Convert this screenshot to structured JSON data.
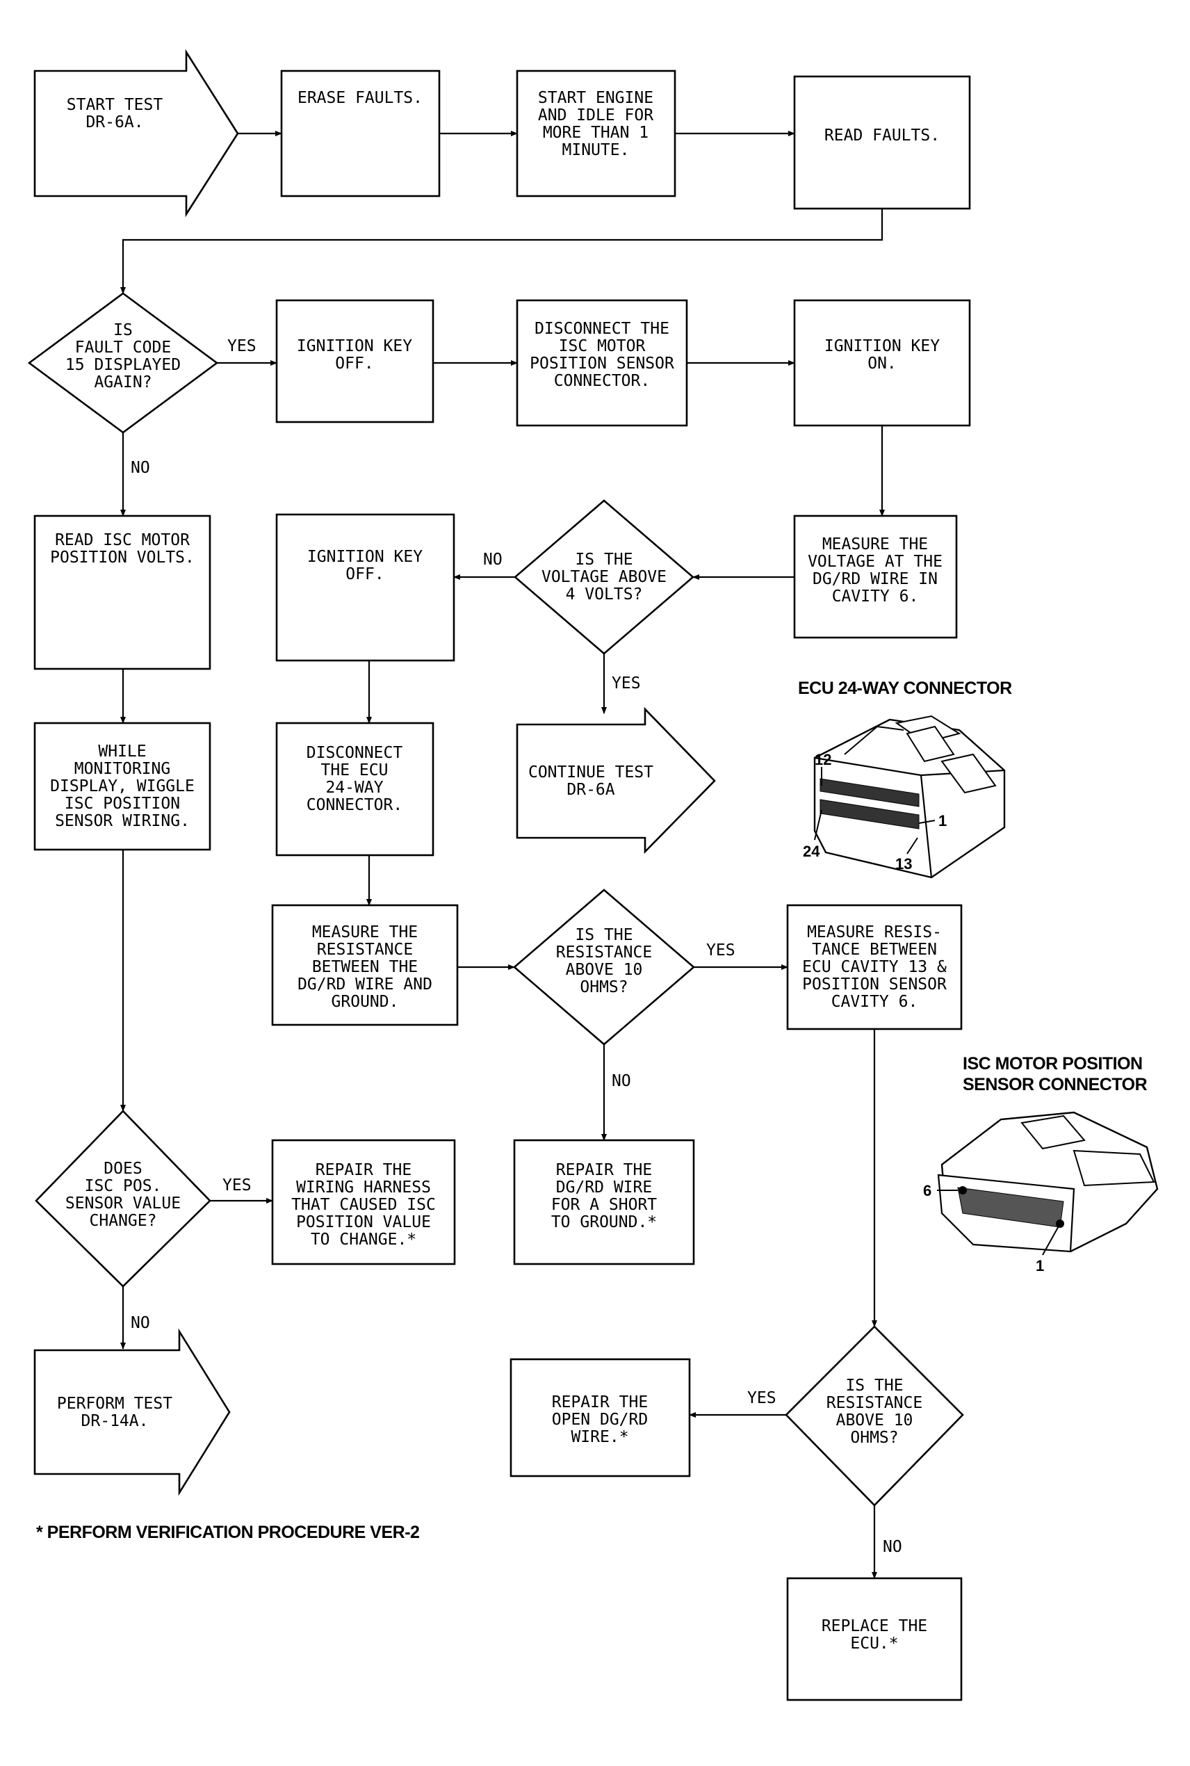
{
  "nodes": {
    "start": [
      "START TEST",
      "DR-6A."
    ],
    "erase": [
      "ERASE FAULTS."
    ],
    "start_engine": [
      "START ENGINE",
      "AND IDLE FOR",
      "MORE THAN 1",
      "MINUTE."
    ],
    "read_faults": [
      "READ FAULTS."
    ],
    "fault15": [
      "IS",
      "FAULT CODE",
      "15 DISPLAYED",
      "AGAIN?"
    ],
    "ign_off_1": [
      "IGNITION KEY",
      "OFF."
    ],
    "disconnect_isc": [
      "DISCONNECT THE",
      "ISC MOTOR",
      "POSITION SENSOR",
      "CONNECTOR."
    ],
    "ign_on": [
      "IGNITION KEY",
      "ON."
    ],
    "read_isc": [
      "READ ISC MOTOR",
      "POSITION VOLTS."
    ],
    "ign_off_2": [
      "IGNITION KEY",
      "OFF."
    ],
    "volt_above": [
      "IS THE",
      "VOLTAGE ABOVE",
      "4 VOLTS?"
    ],
    "measure_volt": [
      "MEASURE THE",
      "VOLTAGE AT THE",
      "DG/RD WIRE IN",
      "CAVITY 6."
    ],
    "monitor": [
      "WHILE",
      "MONITORING",
      "DISPLAY, WIGGLE",
      "ISC POSITION",
      "SENSOR WIRING."
    ],
    "disconnect_ecu": [
      "DISCONNECT",
      "THE ECU",
      "24-WAY",
      "CONNECTOR."
    ],
    "continue": [
      "CONTINUE TEST",
      "DR-6A"
    ],
    "measure_res": [
      "MEASURE THE",
      "RESISTANCE",
      "BETWEEN THE",
      "DG/RD WIRE AND",
      "GROUND."
    ],
    "res_above_1": [
      "IS THE",
      "RESISTANCE",
      "ABOVE 10",
      "OHMS?"
    ],
    "measure_res_ecu": [
      "MEASURE RESIS-",
      "TANCE BETWEEN",
      "ECU CAVITY 13 &",
      "POSITION SENSOR",
      "CAVITY 6."
    ],
    "isc_change": [
      "DOES",
      "ISC POS.",
      "SENSOR VALUE",
      "CHANGE?"
    ],
    "repair_harness": [
      "REPAIR THE",
      "WIRING HARNESS",
      "THAT CAUSED ISC",
      "POSITION VALUE",
      "TO CHANGE.*"
    ],
    "repair_short": [
      "REPAIR THE",
      "DG/RD WIRE",
      "FOR A SHORT",
      "TO GROUND.*"
    ],
    "perform_14a": [
      "PERFORM TEST",
      "DR-14A."
    ],
    "repair_open": [
      "REPAIR THE",
      "OPEN DG/RD",
      "WIRE.*"
    ],
    "res_above_2": [
      "IS THE",
      "RESISTANCE",
      "ABOVE 10",
      "OHMS?"
    ],
    "replace_ecu": [
      "REPLACE THE",
      "ECU.*"
    ]
  },
  "labels": {
    "yes": "YES",
    "no": "NO"
  },
  "ecu_connector": {
    "title": "ECU 24-WAY CONNECTOR",
    "pins": [
      "12",
      "24",
      "1",
      "13"
    ]
  },
  "isc_connector": {
    "title": [
      "ISC MOTOR POSITION",
      "SENSOR CONNECTOR"
    ],
    "pins": [
      "6",
      "1"
    ]
  },
  "footnote": "* PERFORM VERIFICATION PROCEDURE VER-2"
}
